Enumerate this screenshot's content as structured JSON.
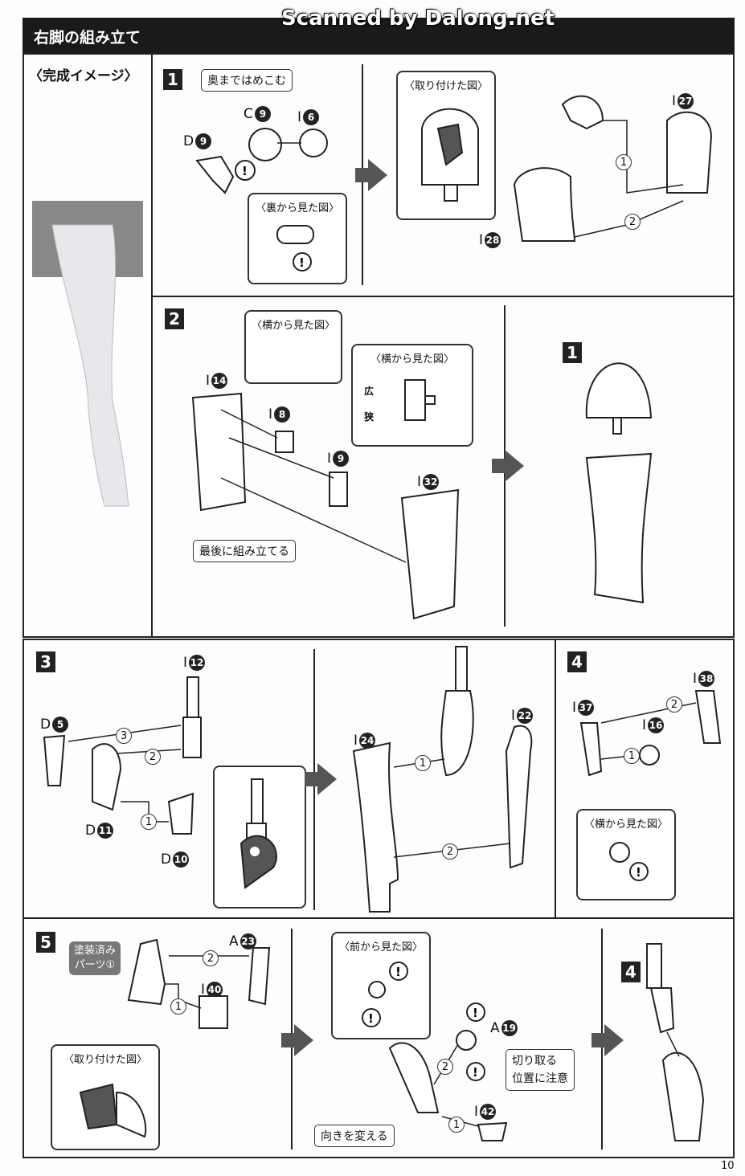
{
  "header": {
    "title": "右脚の組み立て",
    "watermark": "Scanned by Dalong.net"
  },
  "completed_image": {
    "label": "〈完成イメージ〉"
  },
  "step1": {
    "number": "1",
    "callout_push": "奥まではめこむ",
    "view_back": "〈裏から見た図〉",
    "view_attached": "〈取り付けた図〉",
    "parts": {
      "c9": [
        "C",
        "9"
      ],
      "i6": [
        "I",
        "6"
      ],
      "d9": [
        "D",
        "9"
      ],
      "i27": [
        "I",
        "27"
      ],
      "i28": [
        "I",
        "28"
      ]
    },
    "order": [
      "1",
      "2"
    ]
  },
  "step2": {
    "number": "2",
    "view_side1": "〈横から見た図〉",
    "view_side2": "〈横から見た図〉",
    "wide": "広",
    "narrow": "狭",
    "callout_last": "最後に組み立てる",
    "sub_step": "1",
    "parts": {
      "i14": [
        "I",
        "14"
      ],
      "i8": [
        "I",
        "8"
      ],
      "i9": [
        "I",
        "9"
      ],
      "i32": [
        "I",
        "32"
      ]
    }
  },
  "step3": {
    "number": "3",
    "parts": {
      "i12": [
        "I",
        "12"
      ],
      "d5": [
        "D",
        "5"
      ],
      "d11": [
        "D",
        "11"
      ],
      "d10": [
        "D",
        "10"
      ],
      "i22": [
        "I",
        "22"
      ],
      "i24": [
        "I",
        "24"
      ]
    },
    "order": [
      "1",
      "2",
      "3"
    ]
  },
  "step4": {
    "number": "4",
    "view_side": "〈横から見た図〉",
    "parts": {
      "i38": [
        "I",
        "38"
      ],
      "i37": [
        "I",
        "37"
      ],
      "i16": [
        "I",
        "16"
      ]
    },
    "order": [
      "1",
      "2"
    ]
  },
  "step5": {
    "number": "5",
    "badge": "塗装済み\nパーツ①",
    "view_attached": "〈取り付けた図〉",
    "view_front": "〈前から見た図〉",
    "callout_cut": "切り取る\n位置に注意",
    "callout_turn": "向きを変える",
    "sub_step": "4",
    "parts": {
      "a23": [
        "A",
        "23"
      ],
      "i40": [
        "I",
        "40"
      ],
      "a19": [
        "A",
        "19"
      ],
      "i42": [
        "I",
        "42"
      ]
    },
    "order": [
      "1",
      "2"
    ]
  },
  "page_number": "10"
}
